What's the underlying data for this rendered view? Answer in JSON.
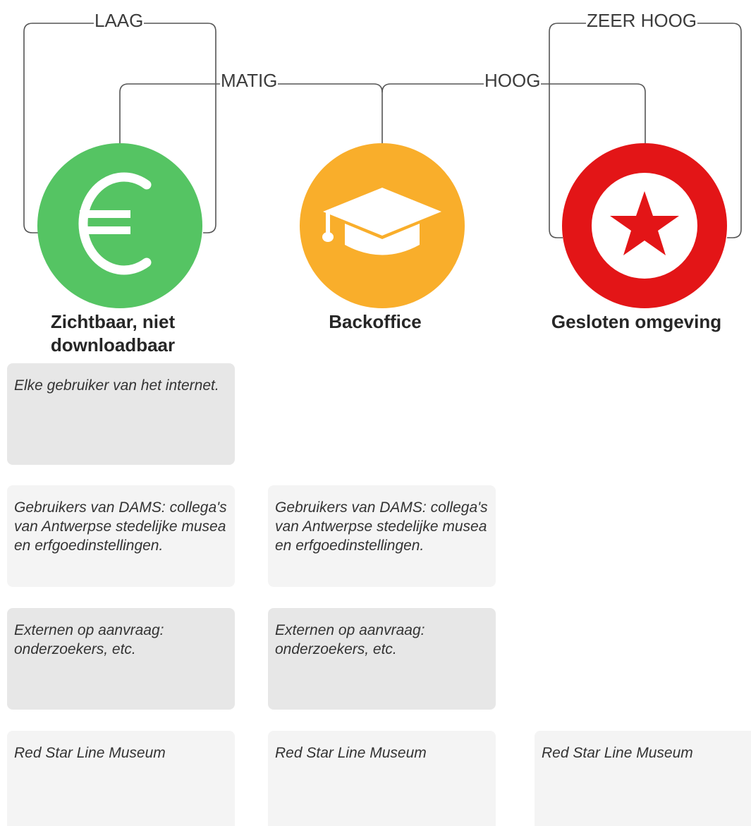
{
  "levels": {
    "laag": "LAAG",
    "matig": "MATIG",
    "hoog": "HOOG",
    "zeer_hoog": "ZEER HOOG"
  },
  "categories": [
    {
      "title": "Zichtbaar, niet downloadbaar",
      "icon": "euro-icon",
      "color": "#55c463"
    },
    {
      "title": "Backoffice",
      "icon": "graduation-cap-icon",
      "color": "#f9ae2b"
    },
    {
      "title": "Gesloten omgeving",
      "icon": "star-icon",
      "color": "#e31517"
    }
  ],
  "rows": [
    {
      "cards": [
        "Elke gebruiker van het internet.",
        "",
        ""
      ]
    },
    {
      "cards": [
        "Gebruikers van DAMS: collega's van Antwerpse stedelijke musea en erfgoedinstellingen.",
        "Gebruikers van DAMS: collega's van Antwerpse stedelijke musea en erfgoedinstellingen.",
        ""
      ]
    },
    {
      "cards": [
        "Externen op aanvraag: onderzoekers, etc.",
        "Externen op aanvraag: onderzoekers, etc.",
        ""
      ]
    },
    {
      "cards": [
        "Red Star Line Museum",
        "Red Star Line Museum",
        "Red Star Line Museum"
      ]
    }
  ]
}
